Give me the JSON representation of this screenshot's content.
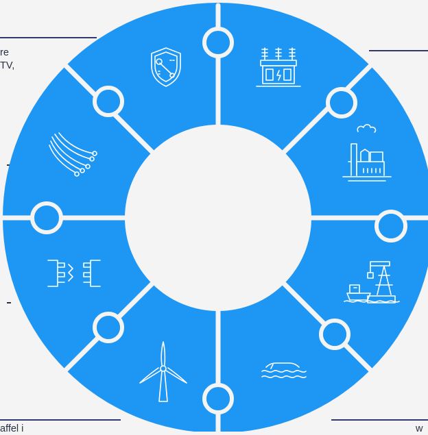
{
  "side_text": {
    "top_left_line1": "re",
    "top_left_line2": "TV,",
    "bottom_left": "affel i",
    "bottom_right": "w"
  },
  "colors": {
    "background": "#f4f4f4",
    "puzzle_fill": "#1e96f4",
    "icon_stroke": "#ffffff",
    "rule": "#2f3a6b"
  },
  "segments": [
    {
      "icon": "shield-wrench-icon"
    },
    {
      "icon": "transformer-icon"
    },
    {
      "icon": "factory-icon"
    },
    {
      "icon": "offshore-crane-ship-icon"
    },
    {
      "icon": "submarine-cable-icon"
    },
    {
      "icon": "wind-turbine-icon"
    },
    {
      "icon": "connector-icon"
    },
    {
      "icon": "fiber-optic-cable-icon"
    }
  ]
}
